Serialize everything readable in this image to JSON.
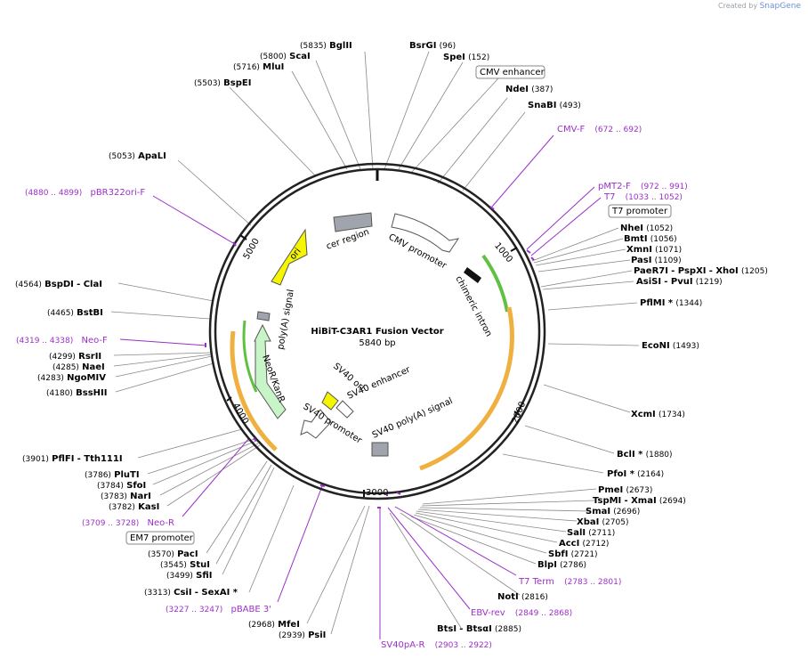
{
  "watermark": {
    "created_by": "Created by",
    "brand": "SnapGene"
  },
  "plasmid": {
    "name": "HiBiT-C3AR1 Fusion Vector",
    "length": "5840 bp"
  },
  "ticks": [
    "1000",
    "2000",
    "3000",
    "4000",
    "5000"
  ],
  "features": {
    "cer_region": "cer region",
    "cmv_promoter": "CMV promoter",
    "chimeric_intron": "chimeric intron",
    "ori": "ori",
    "polya_signal": "poly(A) signal",
    "neo_kan": "NeoR/KanR",
    "sv40_ori": "SV40 ori",
    "sv40_enhancer": "SV40 enhancer",
    "sv40_promoter": "SV40 promoter",
    "sv40_polya": "SV40 poly(A) signal"
  },
  "sites": {
    "bglii": {
      "name": "BglII",
      "pos": "(5835)"
    },
    "scai": {
      "name": "ScaI",
      "pos": "(5800)"
    },
    "mlui": {
      "name": "MluI",
      "pos": "(5716)"
    },
    "bspei": {
      "name": "BspEI",
      "pos": "(5503)"
    },
    "apali": {
      "name": "ApaLI",
      "pos": "(5053)"
    },
    "bsrgi": {
      "name": "BsrGI",
      "pos": "(96)"
    },
    "spei": {
      "name": "SpeI",
      "pos": "(152)"
    },
    "ndei": {
      "name": "NdeI",
      "pos": "(387)"
    },
    "snabi": {
      "name": "SnaBI",
      "pos": "(493)"
    },
    "nhei": {
      "name": "NheI",
      "pos": "(1052)"
    },
    "bmti": {
      "name": "BmtI",
      "pos": "(1056)"
    },
    "xmni": {
      "name": "XmnI",
      "pos": "(1071)"
    },
    "pasi": {
      "name": "PasI",
      "pos": "(1109)"
    },
    "paer7i": {
      "name": "PaeR7I",
      "sep1": "- PspXI",
      "sep2": "- XhoI",
      "pos": "(1205)"
    },
    "asisi": {
      "name": "AsiSI",
      "sep": "- PvuI",
      "pos": "(1219)"
    },
    "pflmi": {
      "name": "PflMI *",
      "pos": "(1344)"
    },
    "econi": {
      "name": "EcoNI",
      "pos": "(1493)"
    },
    "xcmi": {
      "name": "XcmI",
      "pos": "(1734)"
    },
    "bcli": {
      "name": "BclI *",
      "pos": "(1880)"
    },
    "pfoi": {
      "name": "PfoI *",
      "pos": "(2164)"
    },
    "pmei": {
      "name": "PmeI",
      "pos": "(2673)"
    },
    "tspmi": {
      "name": "TspMI",
      "sep": "- XmaI",
      "pos": "(2694)"
    },
    "smai": {
      "name": "SmaI",
      "pos": "(2696)"
    },
    "xbai": {
      "name": "XbaI",
      "pos": "(2705)"
    },
    "sali": {
      "name": "SalI",
      "pos": "(2711)"
    },
    "acci": {
      "name": "AccI",
      "pos": "(2712)"
    },
    "sbfi": {
      "name": "SbfI",
      "pos": "(2721)"
    },
    "blpi": {
      "name": "BlpI",
      "pos": "(2786)"
    },
    "noti": {
      "name": "NotI",
      "pos": "(2816)"
    },
    "btsi": {
      "name": "BtsI",
      "sep": "- BtsαI",
      "pos": "(2885)"
    },
    "psii": {
      "name": "PsiI",
      "pos": "(2939)"
    },
    "mfei": {
      "name": "MfeI",
      "pos": "(2968)"
    },
    "csii": {
      "name": "CsiI",
      "sep": "- SexAI *",
      "pos": "(3313)"
    },
    "sfii": {
      "name": "SfiI",
      "pos": "(3499)"
    },
    "stui": {
      "name": "StuI",
      "pos": "(3545)"
    },
    "paci": {
      "name": "PacI",
      "pos": "(3570)"
    },
    "kasi": {
      "name": "KasI",
      "pos": "(3782)"
    },
    "nari": {
      "name": "NarI",
      "pos": "(3783)"
    },
    "sfoi": {
      "name": "SfoI",
      "pos": "(3784)"
    },
    "pluti": {
      "name": "PluTI",
      "pos": "(3786)"
    },
    "pflfi": {
      "name": "PflFI",
      "sep": "- Tth111I",
      "pos": "(3901)"
    },
    "bsshii": {
      "name": "BssHII",
      "pos": "(4180)"
    },
    "ngomiv": {
      "name": "NgoMIV",
      "pos": "(4283)"
    },
    "naei": {
      "name": "NaeI",
      "pos": "(4285)"
    },
    "rsrii": {
      "name": "RsrII",
      "pos": "(4299)"
    },
    "bstbi": {
      "name": "BstBI",
      "pos": "(4465)"
    },
    "bspdi": {
      "name": "BspDI",
      "sep": "- ClaI",
      "pos": "(4564)"
    }
  },
  "primers": {
    "cmv_f": {
      "name": "CMV-F",
      "range": "(672 .. 692)"
    },
    "pmt2_f": {
      "name": "pMT2-F",
      "range": "(972 .. 991)"
    },
    "t7": {
      "name": "T7",
      "range": "(1033 .. 1052)"
    },
    "t7_term": {
      "name": "T7 Term",
      "range": "(2783 .. 2801)"
    },
    "ebv_rev": {
      "name": "EBV-rev",
      "range": "(2849 .. 2868)"
    },
    "sv40pa_r": {
      "name": "SV40pA-R",
      "range": "(2903 .. 2922)"
    },
    "pbabe3": {
      "name": "pBABE 3'",
      "range": "(3227 .. 3247)"
    },
    "neo_r": {
      "name": "Neo-R",
      "range": "(3709 .. 3728)"
    },
    "neo_f": {
      "name": "Neo-F",
      "range": "(4319 .. 4338)"
    },
    "pbr322": {
      "name": "pBR322ori-F",
      "range": "(4880 .. 4899)"
    }
  },
  "boxed": {
    "cmv_enhancer": "CMV enhancer",
    "t7_promoter": "T7 promoter",
    "em7_promoter": "EM7 promoter"
  },
  "colors": {
    "primer": "#9b30c8",
    "ori": "#f5f500",
    "promoter": "#ffffff",
    "neo": "#c8f5c8",
    "polya": "#a0a4ac",
    "orf_orange": "#f0b040",
    "intron_green": "#60c040"
  }
}
